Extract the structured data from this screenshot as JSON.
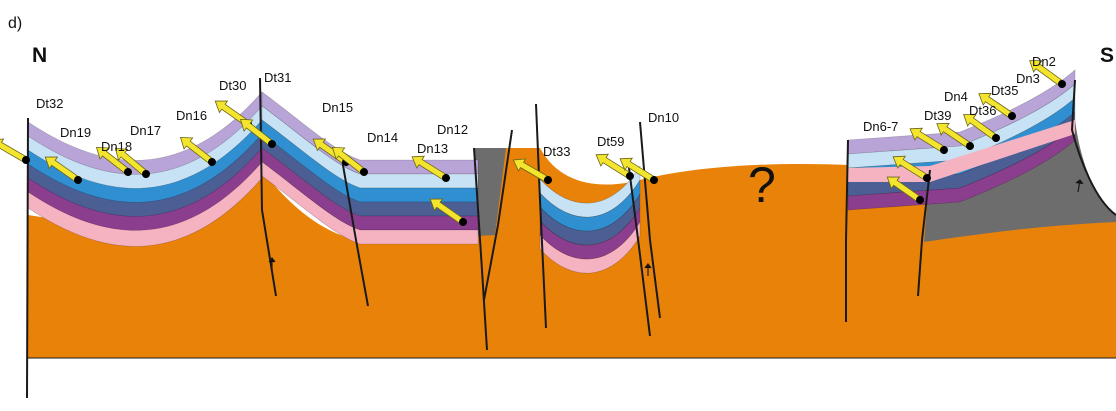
{
  "figure": {
    "panel_label": "d)",
    "north_label": "N",
    "south_label": "S",
    "unknown_marker": "?"
  },
  "colors": {
    "basement": "#e98209",
    "fault_block": "#6d6d6d",
    "layers": [
      "#b9a4d8",
      "#c6e2f4",
      "#2f8fd1",
      "#4b5f95",
      "#8b3d8e",
      "#f5b3c2"
    ],
    "arrow_fill": "#f3e52d",
    "arrow_outline": "#6b6418"
  },
  "samples": [
    "Dt32",
    "Dn19",
    "Dn18",
    "Dn17",
    "Dn16",
    "Dt30",
    "Dt31",
    "Dn15",
    "Dn14",
    "Dn12",
    "Dn13",
    "Dt33",
    "Dt59",
    "Dn10",
    "Dn6-7",
    "Dn4",
    "Dt39",
    "Dt36",
    "Dt35",
    "Dn3",
    "Dn2"
  ]
}
